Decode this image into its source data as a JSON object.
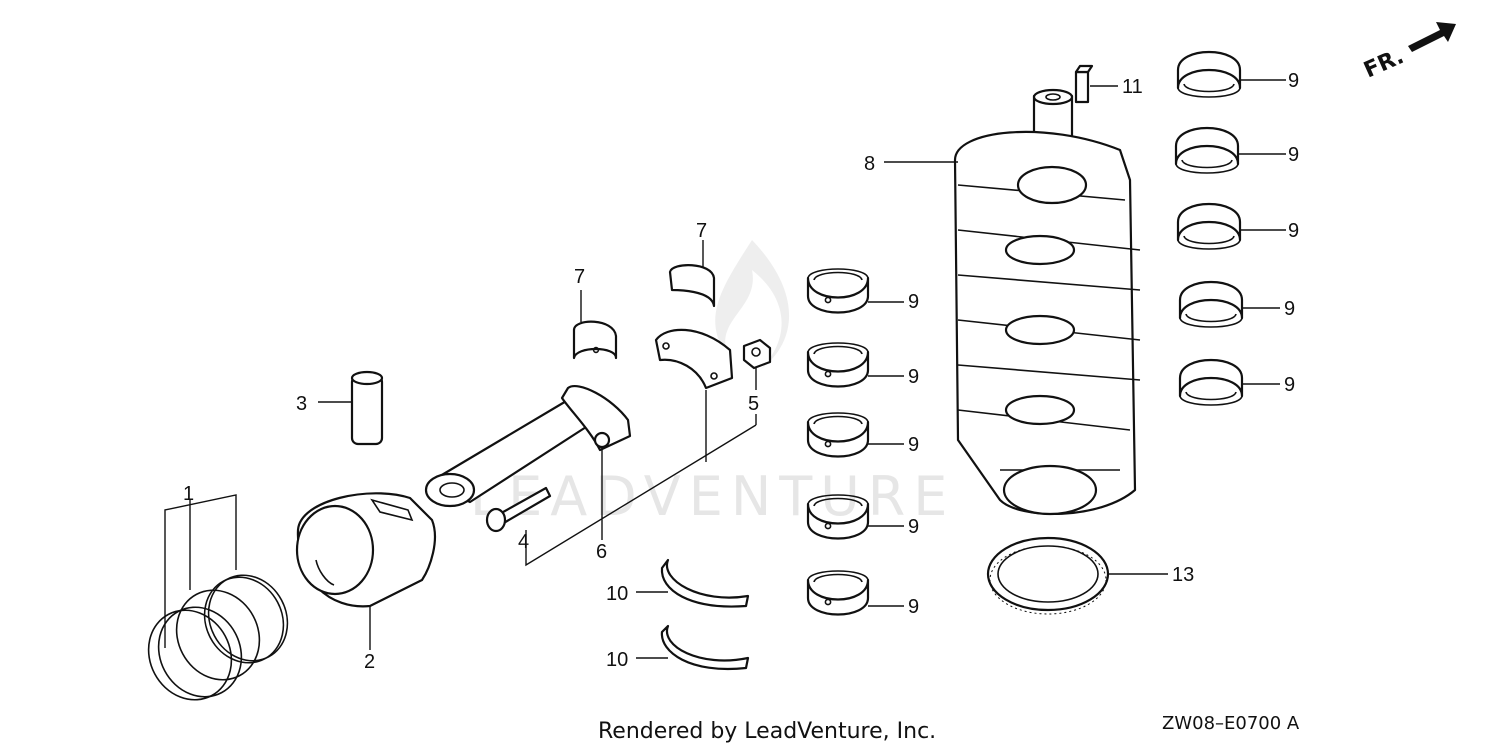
{
  "watermark": "LEADVENTURE",
  "direction_label": "FR.",
  "footer": {
    "credit": "Rendered by LeadVenture, Inc.",
    "drawing_ref": "ZW08–E0700 A"
  },
  "callouts": {
    "c1": "1",
    "c2": "2",
    "c3": "3",
    "c4": "4",
    "c5": "5",
    "c6": "6",
    "c7a": "7",
    "c7b": "7",
    "c8": "8",
    "c9_l1": "9",
    "c9_l2": "9",
    "c9_l3": "9",
    "c9_l4": "9",
    "c9_l5": "9",
    "c9_r1": "9",
    "c9_r2": "9",
    "c9_r3": "9",
    "c9_r4": "9",
    "c9_r5": "9",
    "c10a": "10",
    "c10b": "10",
    "c11": "11",
    "c13": "13"
  }
}
